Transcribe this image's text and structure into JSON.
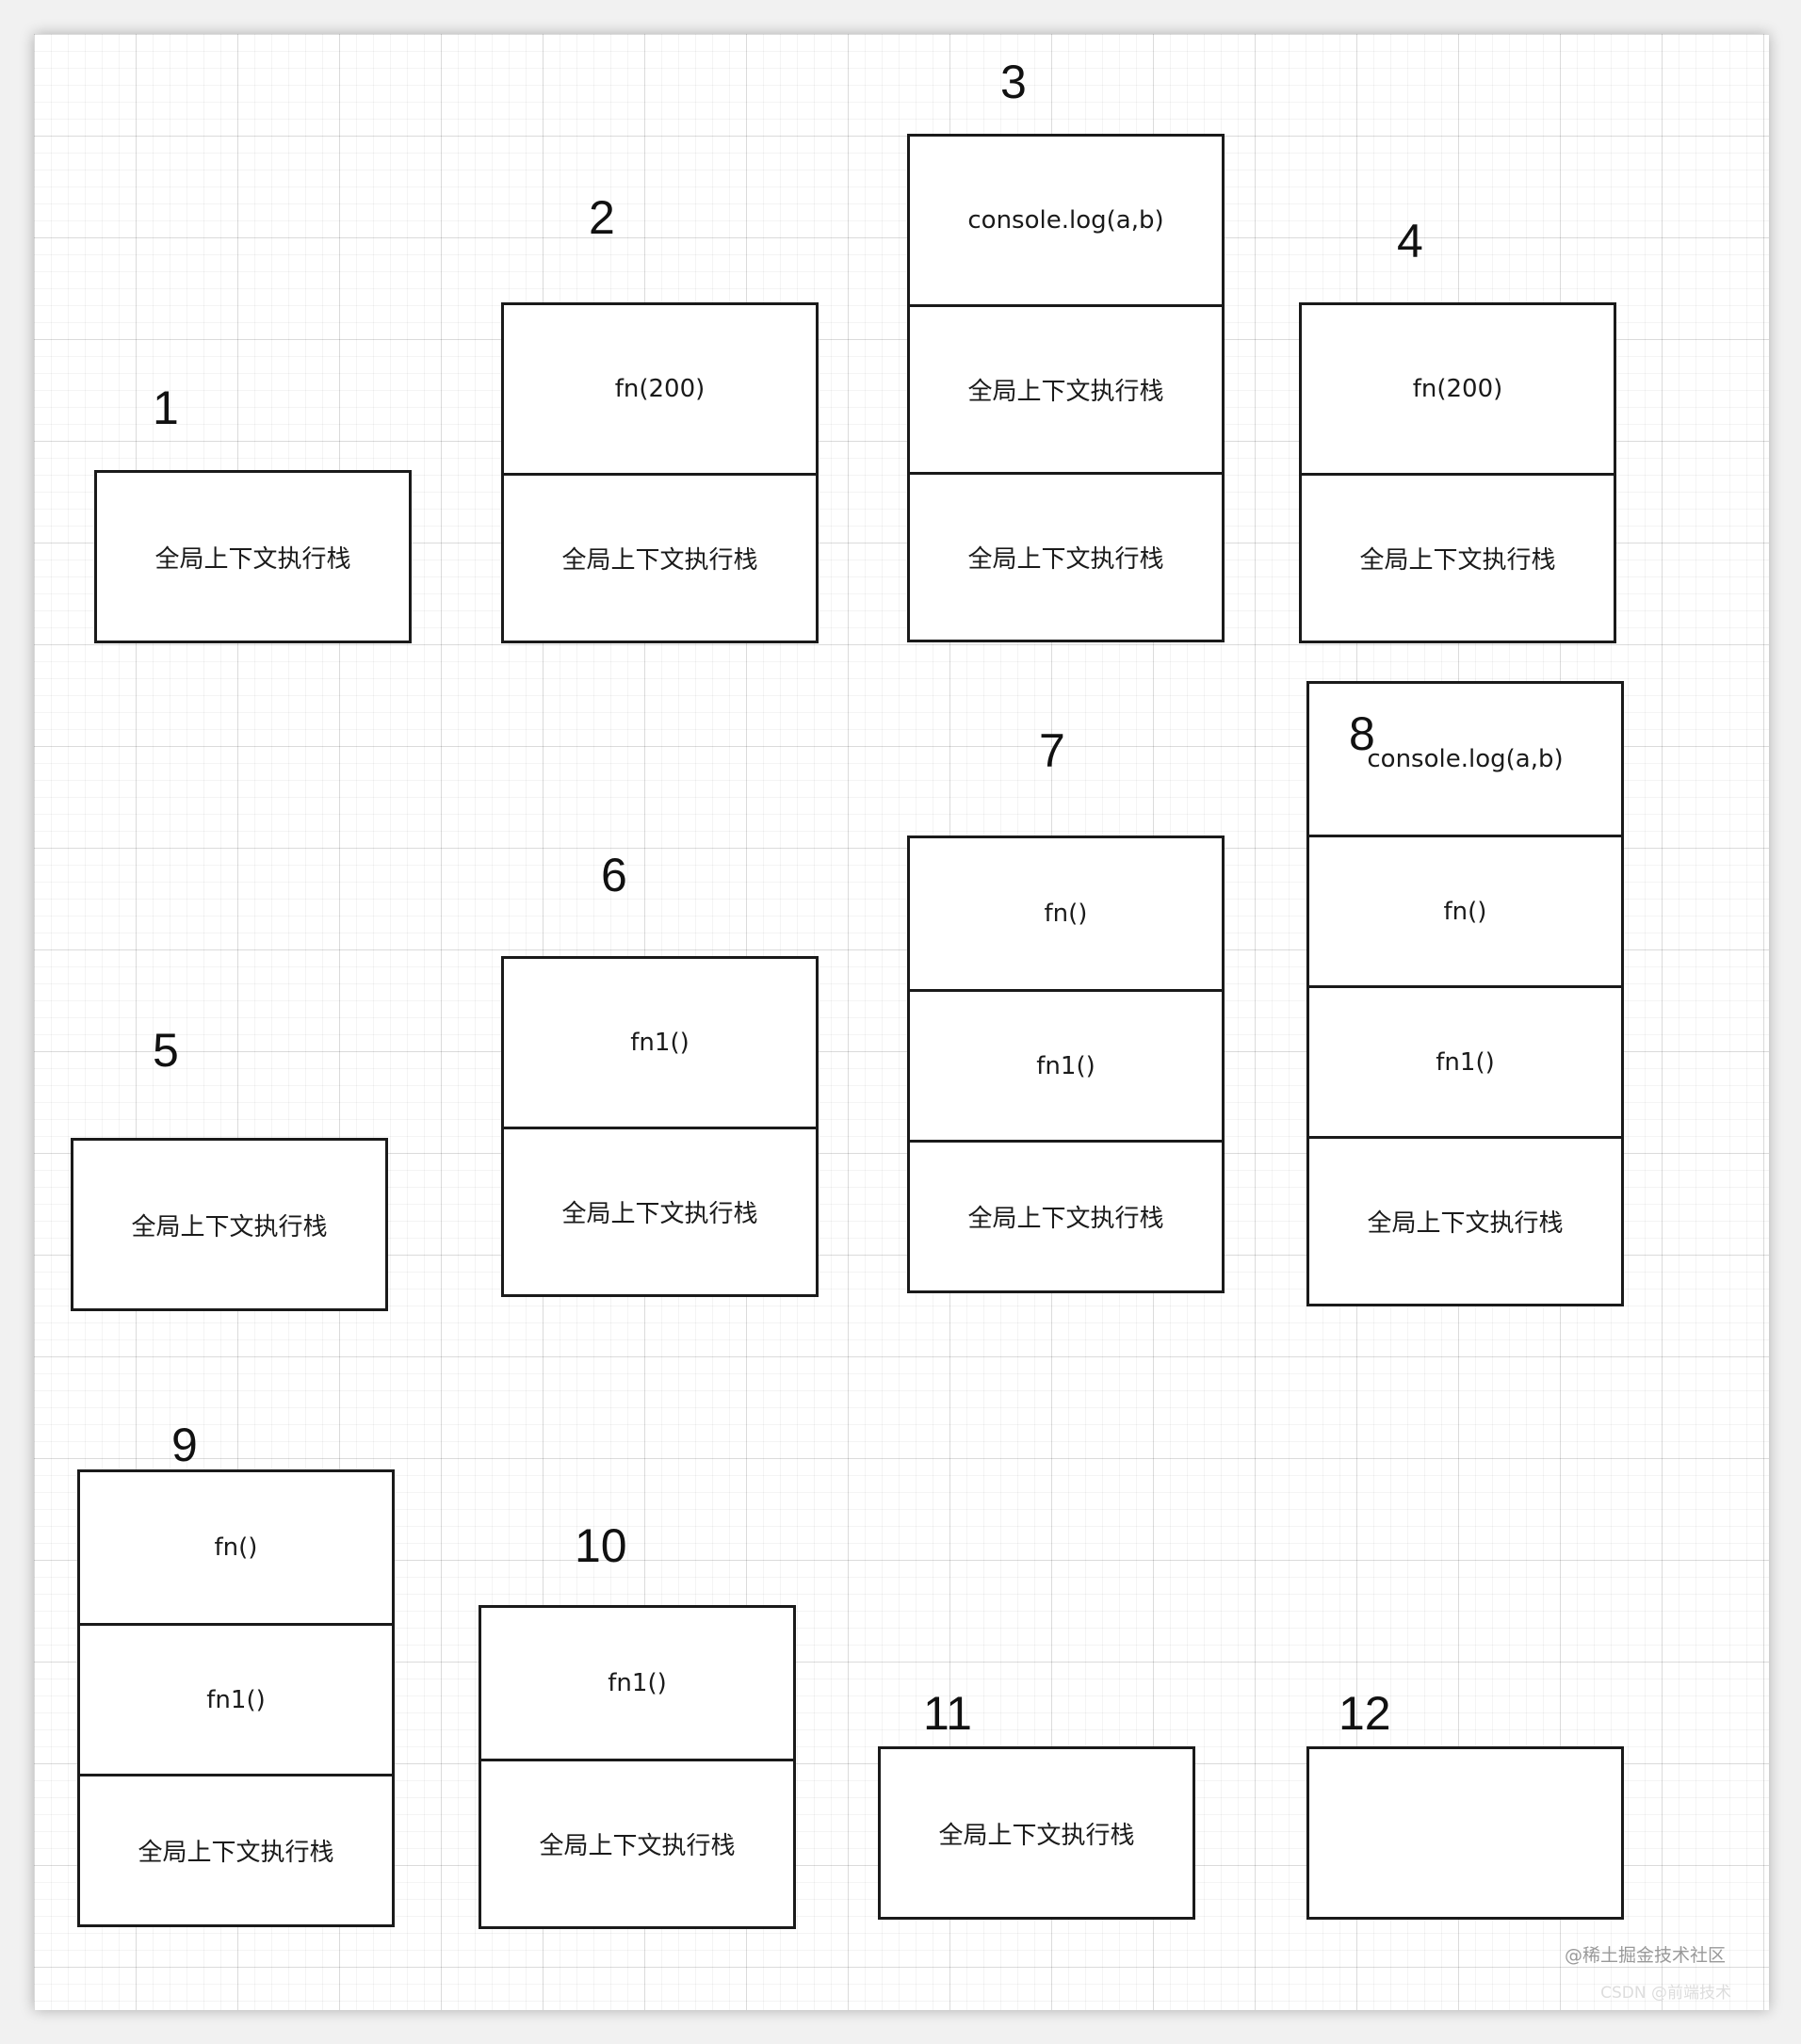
{
  "diagram": {
    "global_frame": "全局上下文执行栈",
    "steps": [
      {
        "label": "1",
        "frames": [
          "全局上下文执行栈"
        ]
      },
      {
        "label": "2",
        "frames": [
          "fn(200)",
          "全局上下文执行栈"
        ]
      },
      {
        "label": "3",
        "frames": [
          "console.log(a,b)",
          "全局上下文执行栈",
          "全局上下文执行栈"
        ]
      },
      {
        "label": "4",
        "frames": [
          "fn(200)",
          "全局上下文执行栈"
        ]
      },
      {
        "label": "5",
        "frames": [
          "全局上下文执行栈"
        ]
      },
      {
        "label": "6",
        "frames": [
          "fn1()",
          "全局上下文执行栈"
        ]
      },
      {
        "label": "7",
        "frames": [
          "fn()",
          "fn1()",
          "全局上下文执行栈"
        ]
      },
      {
        "label": "8",
        "frames": [
          "console.log(a,b)",
          "fn()",
          "fn1()",
          "全局上下文执行栈"
        ]
      },
      {
        "label": "9",
        "frames": [
          "fn()",
          "fn1()",
          "全局上下文执行栈"
        ]
      },
      {
        "label": "10",
        "frames": [
          "fn1()",
          "全局上下文执行栈"
        ]
      },
      {
        "label": "11",
        "frames": [
          "全局上下文执行栈"
        ]
      },
      {
        "label": "12",
        "frames": [
          ""
        ]
      }
    ]
  },
  "watermark": "@稀土掘金技术社区",
  "watermark_secondary": "CSDN @前端技术"
}
